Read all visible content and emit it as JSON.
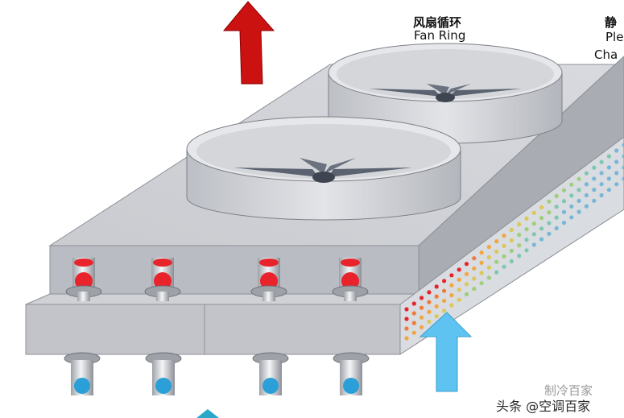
{
  "labels": {
    "fan_ring_cn": "风扇循环",
    "fan_ring_en": "Fan Ring",
    "plenum_cn": "静",
    "plenum_en_line1": "Ple",
    "plenum_en_line2": "Cha"
  },
  "watermark": {
    "faded_text": "制冷百家",
    "main_text": "头条 @空调百家"
  },
  "colors": {
    "hot_air_arrow": "#cc1111",
    "cool_air_arrow": "#5ec3f0",
    "hot_fluid": "#e8232b",
    "cold_fluid": "#2a9fd8",
    "unit_body": "#c4c6cb"
  },
  "icons": {
    "hot_air_arrow": "up-arrow-red",
    "cool_air_arrow": "up-arrow-blue",
    "bottom_arrow": "partial-arrow-teal"
  }
}
